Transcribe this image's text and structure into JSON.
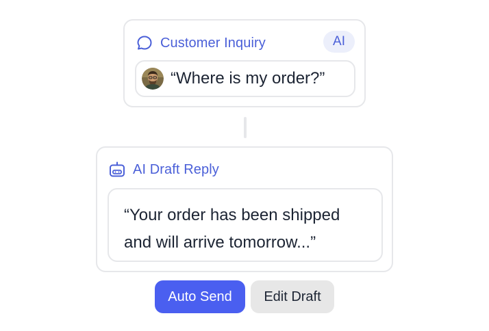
{
  "inquiry": {
    "title": "Customer Inquiry",
    "badge": "AI",
    "message": "“Where is my order?”",
    "icon": "chat-bubble-icon",
    "accent_color": "#4a5fd8"
  },
  "draft": {
    "title": "AI Draft Reply",
    "icon": "robot-icon",
    "message": "“Your order has been shipped and will arrive tomorrow...”"
  },
  "actions": {
    "auto_send_label": "Auto Send",
    "edit_draft_label": "Edit Draft",
    "primary_color": "#4a5ff0"
  }
}
